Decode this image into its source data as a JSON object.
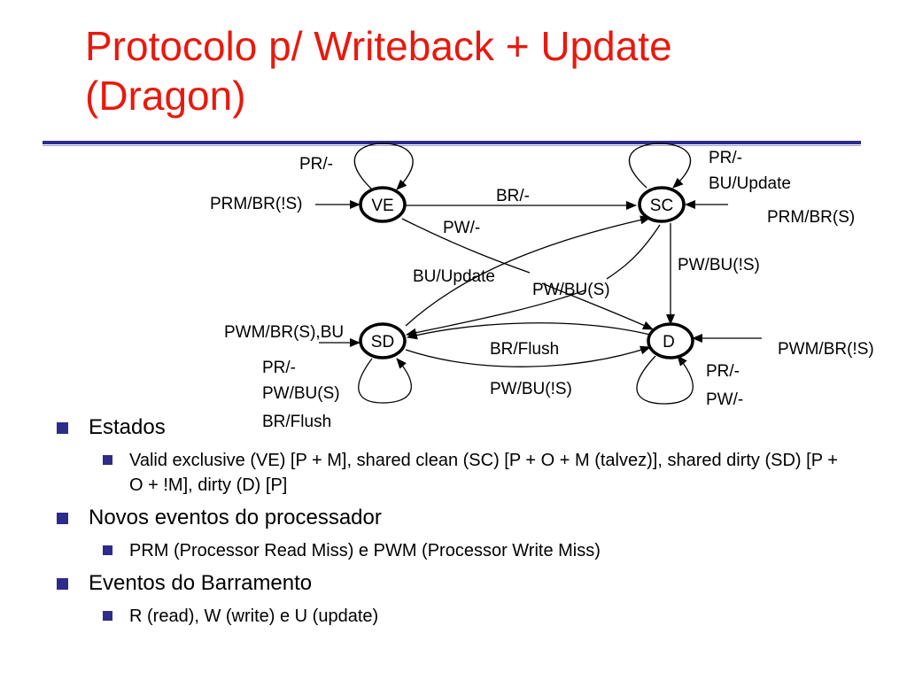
{
  "title": {
    "line1": "Protocolo p/ Writeback + Update",
    "line2": "(Dragon)"
  },
  "diagram": {
    "states": {
      "ve": "VE",
      "sc": "SC",
      "sd": "SD",
      "d": "D"
    },
    "labels": {
      "ve_loop": "PR/-",
      "ve_in": "PRM/BR(!S)",
      "ve_sc": "BR/-",
      "ve_d": "PW/-",
      "sc_loop_1": "PR/-",
      "sc_loop_2": "BU/Update",
      "sc_in": "PRM/BR(S)",
      "sc_d": "PW/BU(!S)",
      "sd_sc": "BU/Update",
      "sc_sd": "PW/BU(S)",
      "sd_in": "PWM/BR(S),BU",
      "sd_loop_1": "PR/-",
      "sd_loop_2": "PW/BU(S)",
      "sd_loop_3": "BR/Flush",
      "d_sd": "BR/Flush",
      "sd_d": "PW/BU(!S)",
      "d_in": "PWM/BR(!S)",
      "d_loop_1": "PR/-",
      "d_loop_2": "PW/-"
    }
  },
  "bullets": {
    "estados": "Estados",
    "estados_desc": "Valid exclusive (VE) [P + M], shared clean (SC) [P + O + M (talvez)], shared dirty (SD) [P + O + !M], dirty (D) [P]",
    "novos": "Novos eventos do processador",
    "novos_desc": "PRM (Processor Read Miss) e PWM (Processor Write Miss)",
    "barramento": "Eventos do Barramento",
    "barramento_desc": "R (read), W (write) e U (update)"
  },
  "colors": {
    "title": "#e8190e",
    "rule": "#2c2c8c",
    "bullet": "#2c2c8c"
  }
}
